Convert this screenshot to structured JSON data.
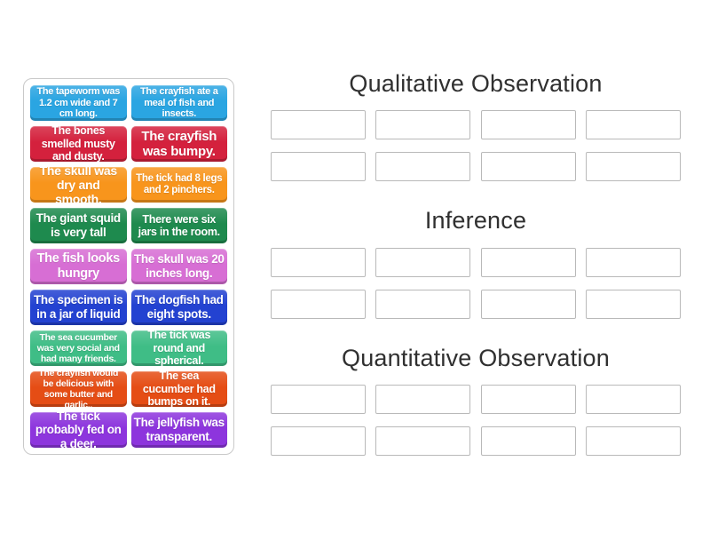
{
  "page": {
    "background": "#ffffff"
  },
  "colors": {
    "panel_border": "#c9c9c9",
    "slot_border": "#b9b9b9",
    "header_text": "#303030",
    "tile_text": "#ffffff",
    "blue": "#2aa5e2",
    "crimson": "#d4213d",
    "orange": "#f8951c",
    "green": "#1e8a4e",
    "orchid": "#d76ed4",
    "royal_blue": "#2342d1",
    "sea_green": "#3fbd86",
    "orange_red": "#e54d15",
    "purple": "#8d35dd"
  },
  "tile_panel": {
    "tiles": [
      {
        "text": "The tapeworm was 1.2 cm wide and 7 cm long.",
        "color": "#2aa5e2"
      },
      {
        "text": "The crayfish ate a meal of fish and insects.",
        "color": "#2aa5e2"
      },
      {
        "text": "The bones smelled musty and dusty.",
        "color": "#d4213d"
      },
      {
        "text": "The crayfish was bumpy.",
        "color": "#d4213d"
      },
      {
        "text": "The skull was dry and smooth.",
        "color": "#f8951c"
      },
      {
        "text": "The tick had 8 legs and 2 pinchers.",
        "color": "#f8951c"
      },
      {
        "text": "The giant squid is very tall",
        "color": "#1e8a4e"
      },
      {
        "text": "There were six jars in the room.",
        "color": "#1e8a4e"
      },
      {
        "text": "The fish looks hungry",
        "color": "#d76ed4"
      },
      {
        "text": "The skull was 20 inches long.",
        "color": "#d76ed4"
      },
      {
        "text": "The specimen is in a jar of liquid",
        "color": "#2342d1"
      },
      {
        "text": "The dogfish had eight spots.",
        "color": "#2342d1"
      },
      {
        "text": "The sea cucumber was very social and had many friends.",
        "color": "#3fbd86"
      },
      {
        "text": "The tick was round and spherical.",
        "color": "#3fbd86"
      },
      {
        "text": "The crayfish would be delicious with some butter and garlic..",
        "color": "#e54d15"
      },
      {
        "text": "The sea cucumber had bumps on it.",
        "color": "#e54d15"
      },
      {
        "text": "The tick probably fed on a deer.",
        "color": "#8d35dd"
      },
      {
        "text": "The jellyfish was transparent.",
        "color": "#8d35dd"
      }
    ]
  },
  "groups": [
    {
      "title": "Qualitative Observation",
      "slot_count": 8
    },
    {
      "title": "Inference",
      "slot_count": 8
    },
    {
      "title": "Quantitative Observation",
      "slot_count": 8
    }
  ]
}
